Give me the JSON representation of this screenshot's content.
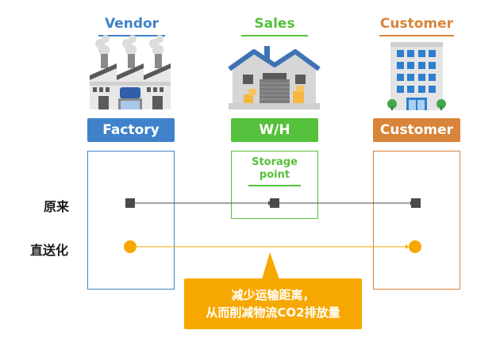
{
  "columns": [
    {
      "title": "Vendor",
      "label": "Factory",
      "color": "#3f82c9"
    },
    {
      "title": "Sales",
      "label": "W/H",
      "color": "#56c13c"
    },
    {
      "title": "Customer",
      "label": "Customer",
      "color": "#d8843a"
    }
  ],
  "storage_point": "Storage\npoint",
  "rows": {
    "original": "原来",
    "direct": "直送化"
  },
  "callout": {
    "line1": "减少运输距离，",
    "line2": "从而削减物流CO2排放量"
  },
  "colors": {
    "vendor": "#3f82c9",
    "sales": "#56c13c",
    "customer": "#d8843a",
    "orange": "#f7a800",
    "dark": "#4a4a4a"
  }
}
